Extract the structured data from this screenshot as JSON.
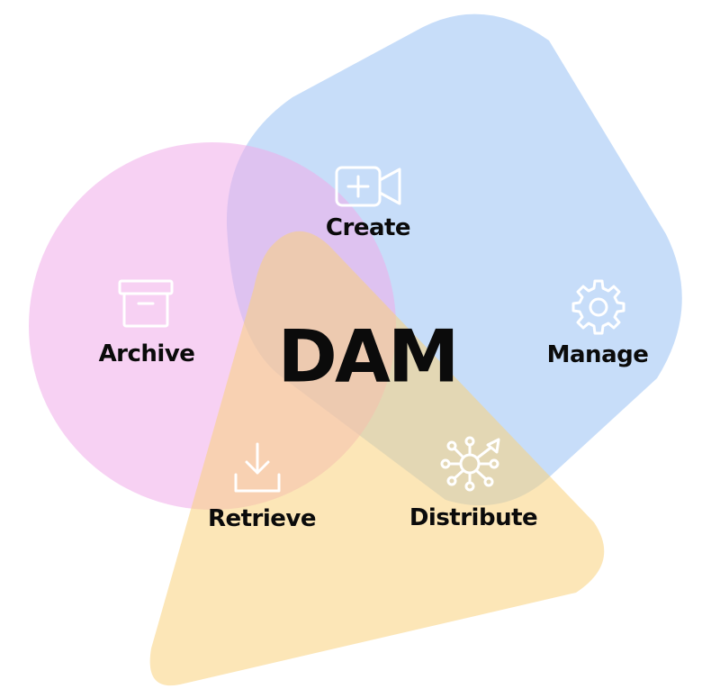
{
  "center_label": "DAM",
  "nodes": {
    "create": {
      "label": "Create",
      "icon": "video-add-icon"
    },
    "archive": {
      "label": "Archive",
      "icon": "archive-box-icon"
    },
    "manage": {
      "label": "Manage",
      "icon": "gear-icon"
    },
    "retrieve": {
      "label": "Retrieve",
      "icon": "download-icon"
    },
    "distribute": {
      "label": "Distribute",
      "icon": "network-hub-icon"
    }
  },
  "colors": {
    "blue_shape": "#c7ddfb",
    "pink_circle": "#f5cbf3",
    "yellow_triangle": "#fbe6b3",
    "icon_stroke": "#ffffff",
    "text": "#0b0b0b"
  }
}
